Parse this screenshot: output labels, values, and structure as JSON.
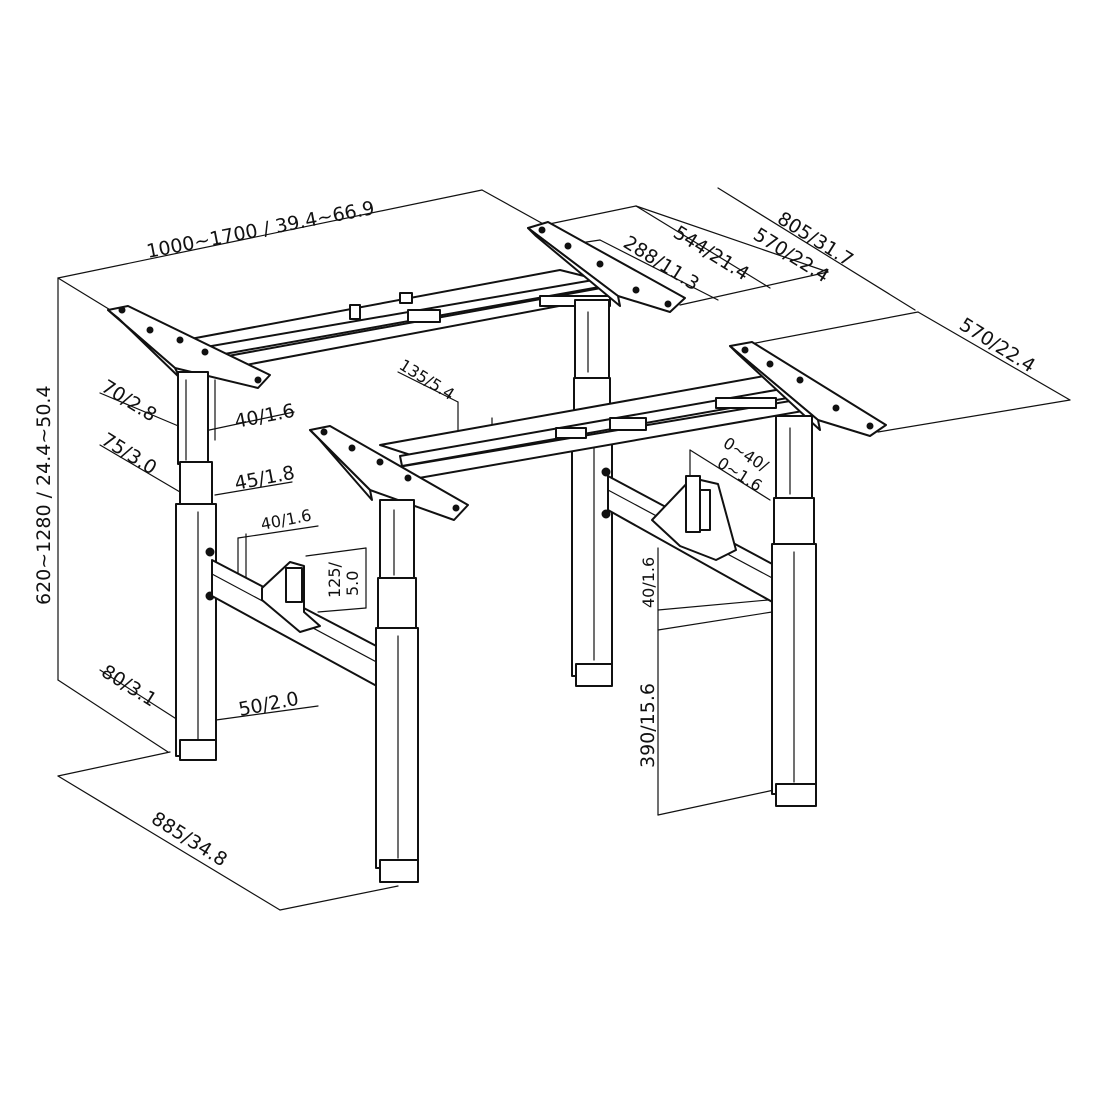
{
  "dims": {
    "overall_width": "1000~1700 / 39.4~66.9",
    "overall_height": "620~1280 / 24.4~50.4",
    "overall_depth": "885/34.8",
    "depth_805": "805/31.7",
    "depth_570_top": "570/22.4",
    "depth_544": "544/21.4",
    "depth_288": "288/11.3",
    "depth_570_right": "570/22.4",
    "leg_70": "70/2.8",
    "leg_40": "40/1.6",
    "leg_75": "75/3.0",
    "leg_45": "45/1.8",
    "foot_80": "80/3.1",
    "foot_50": "50/2.0",
    "beam_135": "135/5.4",
    "bracket_40": "40/1.6",
    "bracket_125a": "125/",
    "bracket_125b": "5.0",
    "adj_a": "0~40/",
    "adj_b": "0~1.6",
    "cross_40": "40/1.6",
    "cross_390": "390/15.6"
  }
}
